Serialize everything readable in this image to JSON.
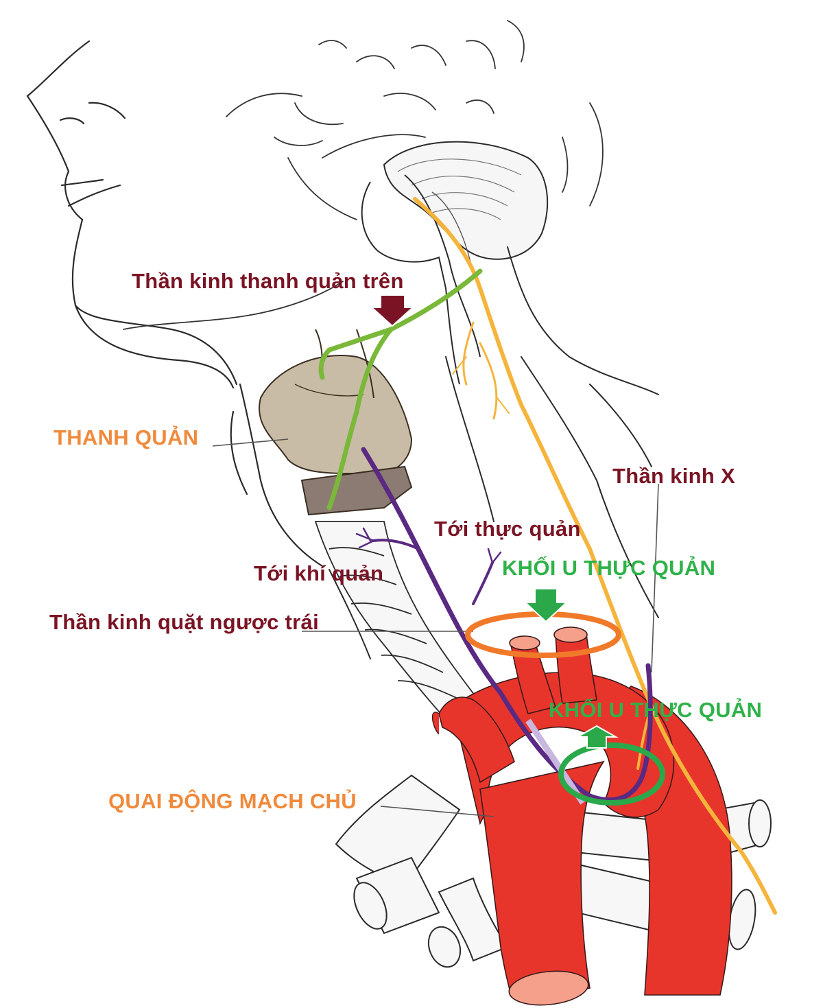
{
  "labels": {
    "superior_laryngeal_nerve": "Thần kinh thanh quản trên",
    "larynx": "THANH QUẢN",
    "vagus_nerve": "Thần kinh X",
    "to_esophagus": "Tới thực quản",
    "to_trachea": "Tới khí quản",
    "esophageal_tumor_1": "KHỐI U THỰC QUẢN",
    "left_recurrent_laryngeal_nerve": "Thần kinh quặt ngược trái",
    "esophageal_tumor_2": "KHỐI U THỰC QUẢN",
    "aortic_arch": "QUAI ĐỘNG MẠCH CHỦ"
  },
  "colors": {
    "label_dark": "#7a1424",
    "label_orange": "#f08a3c",
    "label_green": "#2fb24a",
    "aorta_red": "#e8352c",
    "vessel_cut_pink": "#f4a08a",
    "vagus_nerve_orange": "#f5b43c",
    "superior_laryngeal_green": "#7ab83a",
    "recurrent_nerve_purple": "#5a2a82",
    "larynx_tan": "#c9bca6",
    "trachea_taupe": "#8c7b72",
    "tumor_ring_orange": "#f07a2a",
    "tumor_ring_green": "#2aa84a",
    "arrow_dark_red": "#7a1424",
    "arrow_green": "#2aa84a"
  }
}
